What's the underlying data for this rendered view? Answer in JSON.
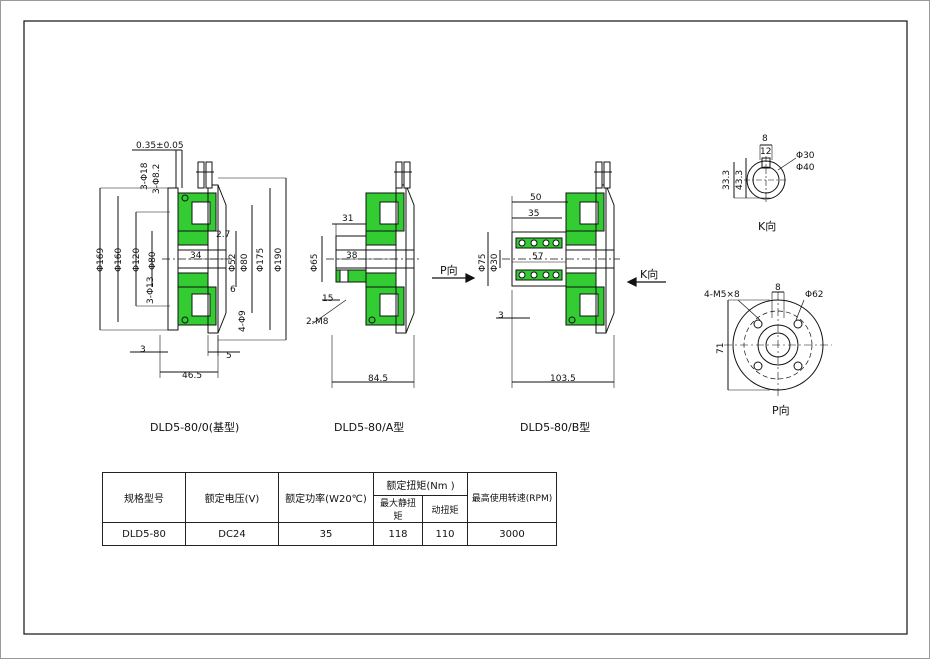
{
  "views": {
    "v0": {
      "caption": "DLD5-80/0(基型)",
      "dims": {
        "tol": "0.35±0.05",
        "d18": "3-Φ18",
        "d82": "3-Φ8.2",
        "d13": "3-Φ13",
        "d169": "Φ169",
        "d160": "Φ160",
        "d120": "Φ120",
        "d80a": "Φ80",
        "d52": "Φ52",
        "d80b": "Φ80",
        "d175": "Φ175",
        "d190": "Φ190",
        "d9": "4-Φ9",
        "n27": "2.7",
        "n34": "34",
        "n6": "6",
        "n3": "3",
        "n5": "5",
        "n465": "46.5"
      }
    },
    "vA": {
      "caption": "DLD5-80/A型",
      "dims": {
        "n31": "31",
        "n38": "38",
        "d65": "Φ65",
        "n15": "15",
        "m8": "2-M8",
        "n845": "84.5"
      }
    },
    "vB": {
      "caption": "DLD5-80/B型",
      "dims": {
        "n50": "50",
        "n35": "35",
        "d75": "Φ75",
        "d30": "Φ30",
        "n57": "57",
        "n3": "3",
        "n1035": "103.5"
      }
    },
    "arrows": {
      "p": "P向",
      "k": "K向"
    },
    "kview": {
      "caption": "K向",
      "n8": "8",
      "n12": "12",
      "n333": "33.3",
      "n433": "43.3",
      "d30": "Φ30",
      "d40": "Φ40"
    },
    "pview": {
      "caption": "P向",
      "m5": "4-M5×8",
      "n8": "8",
      "d62": "Φ62",
      "n71": "71"
    }
  },
  "table": {
    "headers": {
      "model": "规格型号",
      "voltage": "额定电压(V)",
      "power": "额定功率(W20℃)",
      "torque": "额定扭矩(Nm )",
      "static_torque": "最大静扭矩",
      "dynamic_torque": "动扭矩",
      "speed": "最高使用转速(RPM)"
    },
    "row": {
      "model": "DLD5-80",
      "voltage": "DC24",
      "power": "35",
      "static_torque": "118",
      "dynamic_torque": "110",
      "speed": "3000"
    }
  },
  "colors": {
    "green": "#33cc33",
    "line": "#111111"
  }
}
